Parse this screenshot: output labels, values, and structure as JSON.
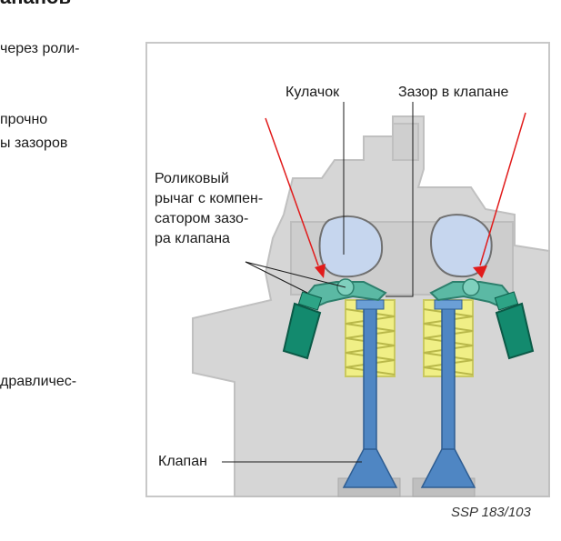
{
  "page": {
    "heading": "апанов",
    "text_lines": [
      "через роли-",
      "прочно",
      "ы зазоров",
      "дравличес-"
    ]
  },
  "figure": {
    "labels": {
      "cam": "Кулачок",
      "valve_clearance": "Зазор в клапане",
      "roller_arm": [
        "Роликовый",
        "рычаг с компен-",
        "сатором зазо-",
        "ра клапана"
      ],
      "valve": "Клапан"
    },
    "caption": "SSP 183/103",
    "colors": {
      "block": "#d4d4d4",
      "block_dark": "#b8b8b8",
      "cam": "#c7d7ee",
      "rocker": "#5bb9a4",
      "tensioner": "#138a6e",
      "spring": "#f1f074",
      "valve": "#4f86c3",
      "arrow": "#e11b1b"
    }
  }
}
